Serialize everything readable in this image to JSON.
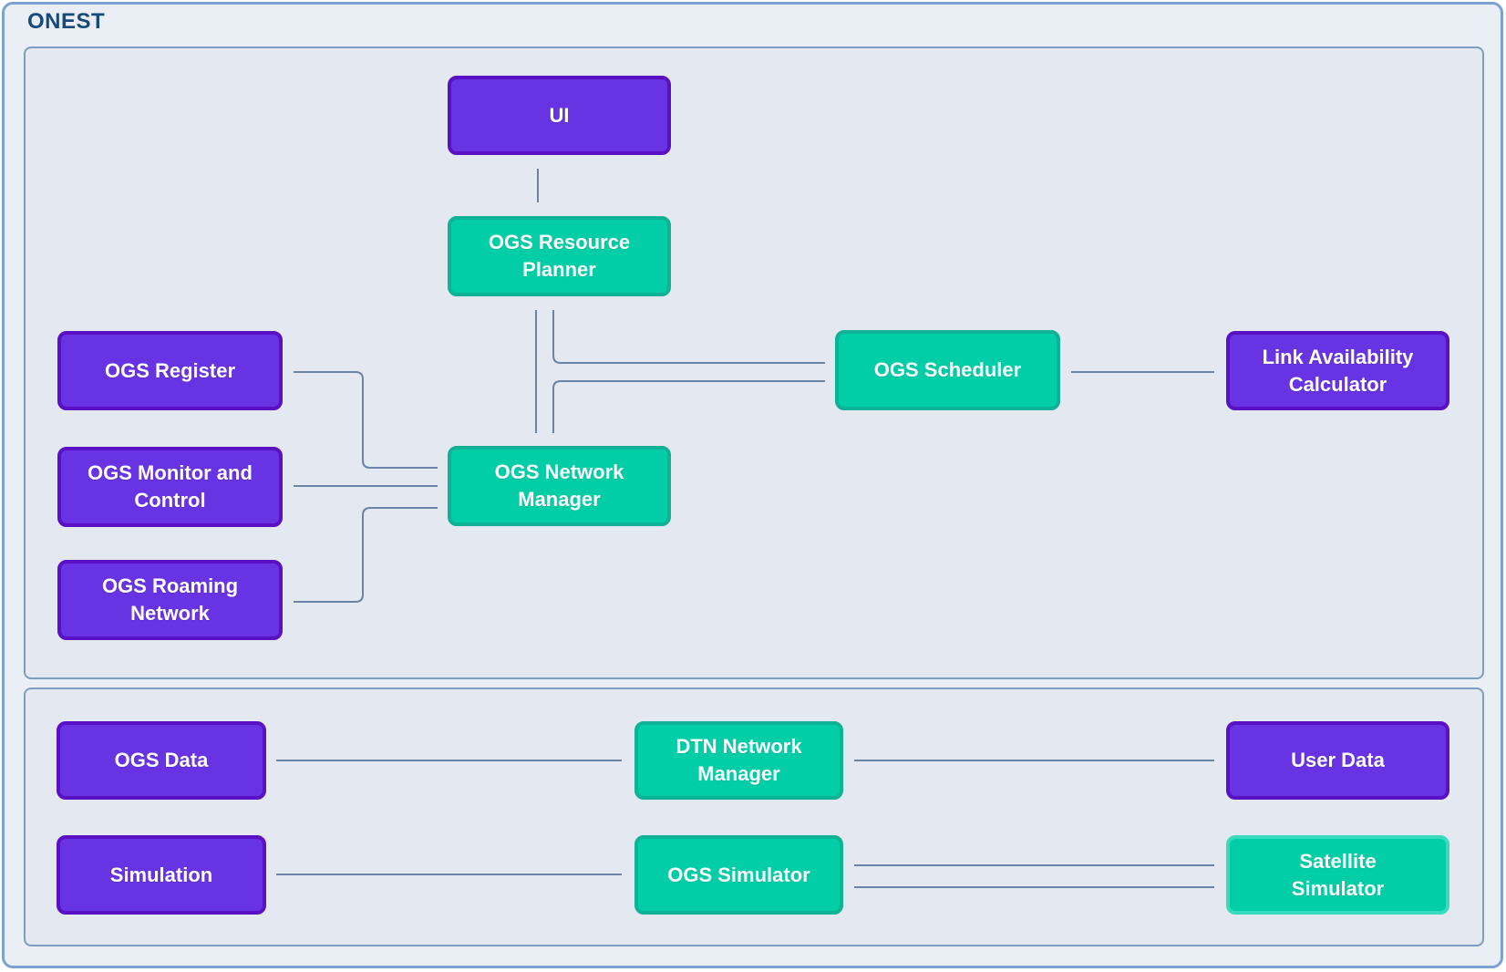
{
  "title": "ONEST",
  "colors": {
    "title_text": "#174a7c",
    "outer_bg": "#eaeef5",
    "outer_border": "#7ba3d1",
    "panel_bg": "#e4e9f1",
    "panel_border": "#7f9cc2",
    "connector": "#6b84a6",
    "purple_fill": "#6733e3",
    "purple_border": "#5a11c4",
    "teal_fill": "#01cda7",
    "teal_border": "#0fb294",
    "teal_border_light": "#38dcbd",
    "node_text": "#ffffff"
  },
  "panels": {
    "top": {
      "nodes": {
        "ui": {
          "label": "UI"
        },
        "resource_planner": {
          "label": "OGS Resource\nPlanner"
        },
        "register": {
          "label": "OGS Register"
        },
        "monitor_control": {
          "label": "OGS Monitor and\nControl"
        },
        "roaming_network": {
          "label": "OGS Roaming\nNetwork"
        },
        "network_manager": {
          "label": "OGS Network\nManager"
        },
        "scheduler": {
          "label": "OGS Scheduler"
        },
        "link_availability": {
          "label": "Link Availability\nCalculator"
        }
      }
    },
    "bottom": {
      "nodes": {
        "ogs_data": {
          "label": "OGS Data"
        },
        "simulation": {
          "label": "Simulation"
        },
        "dtn_network_manager": {
          "label": "DTN Network\nManager"
        },
        "ogs_simulator": {
          "label": "OGS Simulator"
        },
        "user_data": {
          "label": "User Data"
        },
        "satellite_simulator": {
          "label": "Satellite\nSimulator"
        }
      }
    }
  },
  "connections": [
    {
      "from": "UI",
      "to": "OGS Resource Planner"
    },
    {
      "from": "OGS Resource Planner",
      "to": "OGS Network Manager"
    },
    {
      "from": "OGS Resource Planner",
      "to": "OGS Scheduler"
    },
    {
      "from": "OGS Network Manager",
      "to": "OGS Scheduler"
    },
    {
      "from": "OGS Scheduler",
      "to": "Link Availability Calculator"
    },
    {
      "from": "OGS Register",
      "to": "OGS Network Manager"
    },
    {
      "from": "OGS Monitor and Control",
      "to": "OGS Network Manager"
    },
    {
      "from": "OGS Roaming Network",
      "to": "OGS Network Manager"
    },
    {
      "from": "OGS Data",
      "to": "DTN Network Manager"
    },
    {
      "from": "DTN Network Manager",
      "to": "User Data"
    },
    {
      "from": "Simulation",
      "to": "OGS Simulator"
    },
    {
      "from": "OGS Simulator",
      "to": "Satellite Simulator"
    },
    {
      "from": "OGS Simulator",
      "to": "Satellite Simulator"
    }
  ]
}
